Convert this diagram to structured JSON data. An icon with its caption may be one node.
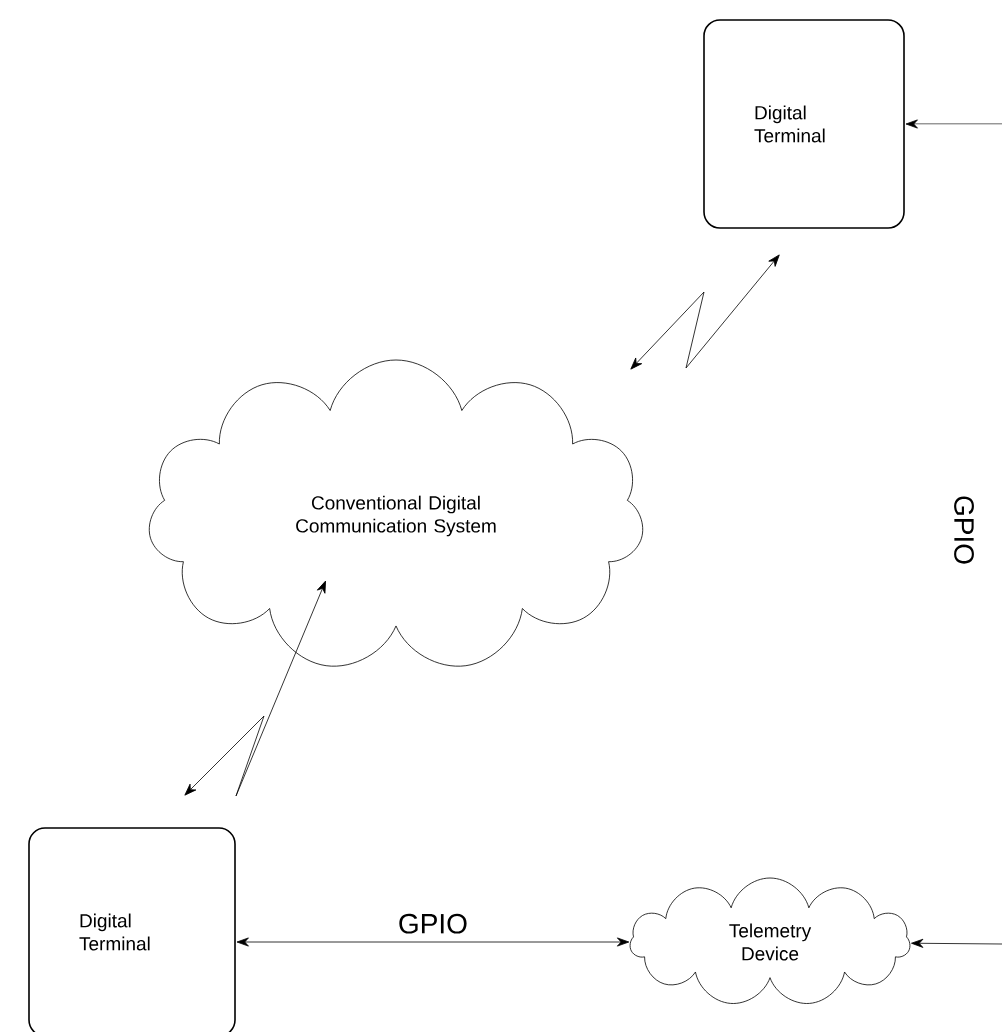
{
  "diagram": {
    "nodes": [
      {
        "text": [
          "Digital Terminal"
        ]
      },
      {
        "text": [
          "Conventional Digital Communication System"
        ]
      },
      {
        "text": [
          "Digital Terminal"
        ]
      },
      {
        "text": [
          "Telemetry Device"
        ]
      }
    ],
    "edges": [
      {
        "from": 1,
        "to": 0,
        "arrow": "both"
      },
      {
        "from": 2,
        "to": 1,
        "arrow": "both"
      },
      {
        "from": 2,
        "to": 3,
        "arrow": "both",
        "label": "GPIO"
      },
      {
        "from": null,
        "to": 0,
        "arrow": "to"
      },
      {
        "from": null,
        "to": 3,
        "arrow": "to"
      }
    ],
    "labels": [
      "GPIO"
    ]
  }
}
